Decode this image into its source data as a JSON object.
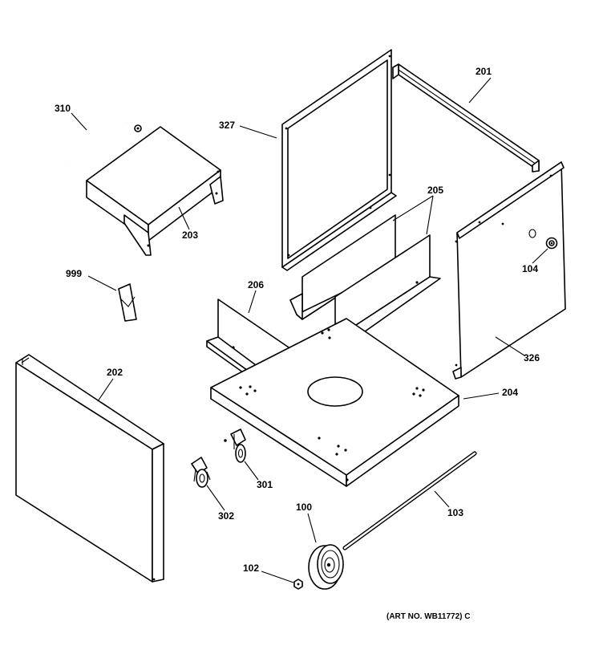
{
  "parts": {
    "p201": "201",
    "p327": "327",
    "p310": "310",
    "p203": "203",
    "p205": "205",
    "p104": "104",
    "p999": "999",
    "p206": "206",
    "p326": "326",
    "p202": "202",
    "p204": "204",
    "p301": "301",
    "p302": "302",
    "p103": "103",
    "p100": "100",
    "p102": "102"
  },
  "art_number": "(ART NO. WB11772) C"
}
